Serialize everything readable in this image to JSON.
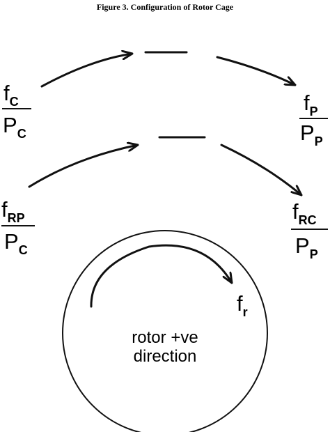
{
  "caption": "Figure 3.   Configuration of Rotor Cage",
  "left_top": {
    "num_main": "f",
    "num_sub": "C",
    "den_main": "P",
    "den_sub": "C"
  },
  "right_top": {
    "num_main": "f",
    "num_sub": "P",
    "den_main": "P",
    "den_sub": "P"
  },
  "left_bottom": {
    "num_main": "f",
    "num_sub": "RP",
    "den_main": "P",
    "den_sub": "C"
  },
  "right_bottom": {
    "num_main": "f",
    "num_sub": "RC",
    "den_main": "P",
    "den_sub": "P"
  },
  "rotor": {
    "label_main": "f",
    "label_sub": "r",
    "line1": "rotor +ve",
    "line2": "direction"
  }
}
